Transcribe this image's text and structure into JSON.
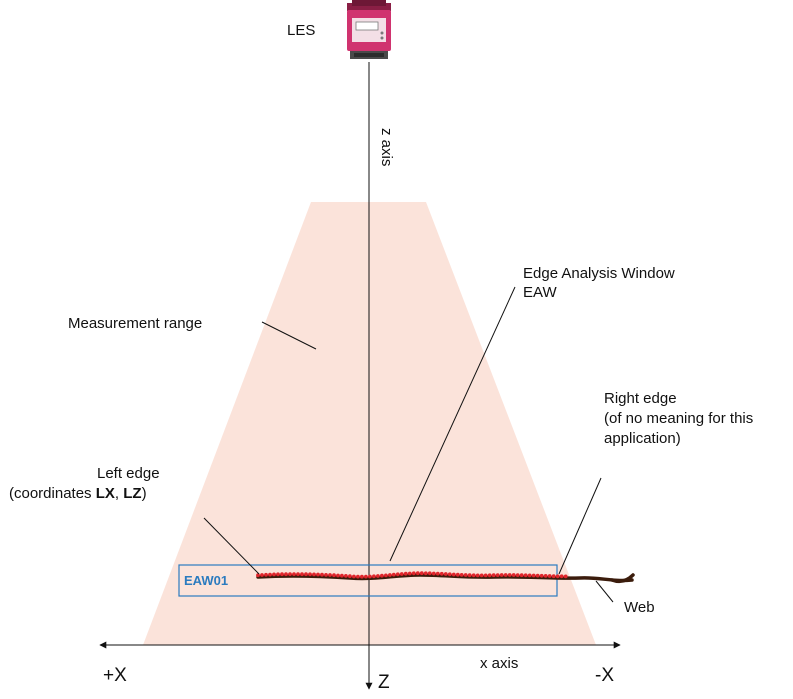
{
  "colors": {
    "range_fill": "#fbe3da",
    "eaw_box": "#2b7bbf",
    "web": "#3b1c0c",
    "points": "#e0252b",
    "sensor": "#d0336f",
    "axis": "#111111"
  },
  "sensor": {
    "label": "LES",
    "icon": "sensor-device-icon"
  },
  "axes": {
    "z_label": "z axis",
    "z_symbol": "Z",
    "x_label": "x axis",
    "x_plus": "+X",
    "x_minus": "-X"
  },
  "labels": {
    "measurement_range": "Measurement range",
    "eaw_line1": "Edge Analysis Window",
    "eaw_line2": "EAW",
    "right_edge_line1": "Right edge",
    "right_edge_line2": "(of no meaning for this",
    "right_edge_line3": "application)",
    "left_edge_line1": "Left edge",
    "left_edge_prefix": "(coordinates ",
    "left_edge_lx": "LX",
    "left_edge_sep": ", ",
    "left_edge_lz": "LZ",
    "left_edge_suffix": ")",
    "eaw_id": "EAW01",
    "web": "Web"
  }
}
